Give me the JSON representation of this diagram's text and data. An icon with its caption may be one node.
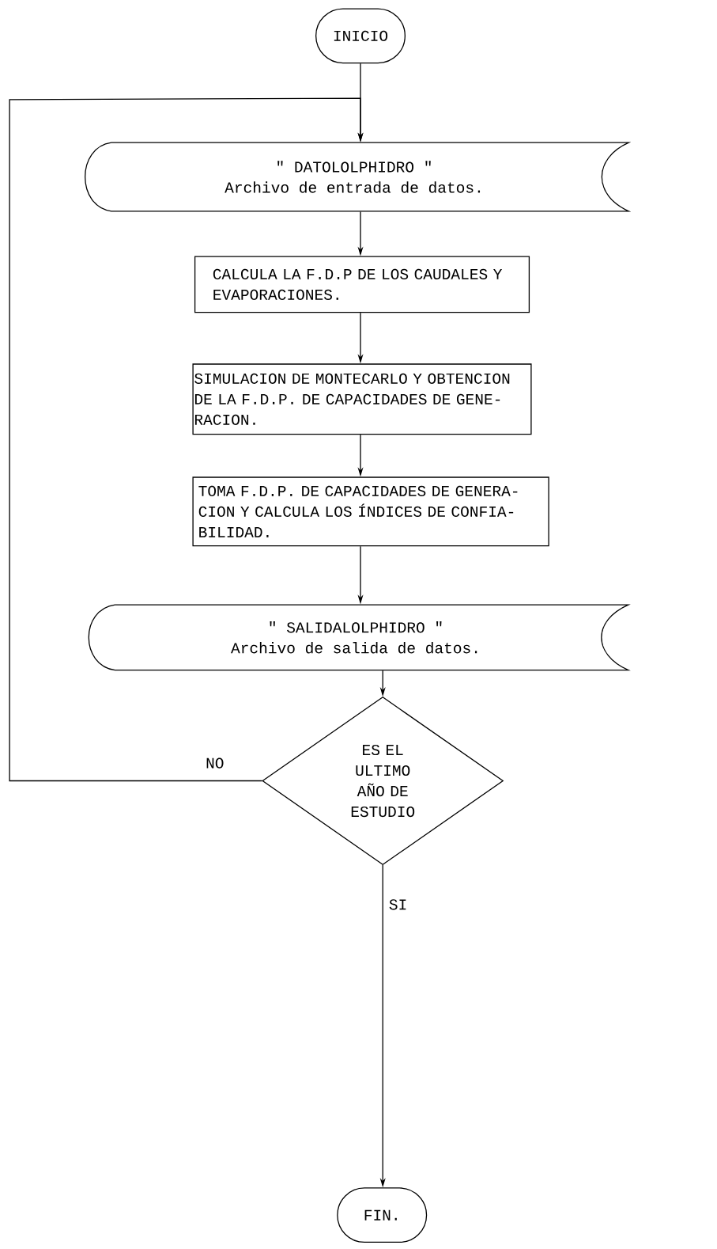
{
  "diagram": {
    "nodes": [
      {
        "text": [
          "INICIO"
        ]
      },
      {
        "text": [
          "\" DATOLOLPHIDRO \"",
          "Archivo de entrada de datos."
        ]
      },
      {
        "text": [
          "CALCULA LA F.D.P DE LOS CAUDALES Y EVAPORACIONES."
        ]
      },
      {
        "text": [
          "SIMULACION DE MONTECARLO Y OBTENCION DE LA F.D.P. DE CAPACIDADES DE GENE- RACION."
        ]
      },
      {
        "text": [
          "TOMA F.D.P. DE CAPACIDADES DE GENERA- CION Y CALCULA LOS ÍNDICES DE CONFIA- BILIDAD."
        ]
      },
      {
        "text": [
          "\" SALIDALOLPHIDRO \"",
          "Archivo de salida de datos."
        ]
      },
      {
        "text": [
          "ES EL ULTIMO AÑO DE ESTUDIO"
        ]
      },
      {
        "text": [
          "FIN."
        ]
      }
    ],
    "edges": [
      {
        "from": 0,
        "to": 1,
        "arrow": "to"
      },
      {
        "from": 1,
        "to": 2,
        "arrow": "to"
      },
      {
        "from": 2,
        "to": 3,
        "arrow": "to"
      },
      {
        "from": 3,
        "to": 4,
        "arrow": "to"
      },
      {
        "from": 4,
        "to": 5,
        "arrow": "to"
      },
      {
        "from": 5,
        "to": 6,
        "arrow": "to"
      },
      {
        "from": 6,
        "to": 7,
        "arrow": "to",
        "label": "SI"
      },
      {
        "from": 6,
        "to": 1,
        "arrow": "to",
        "label": "NO"
      }
    ]
  }
}
